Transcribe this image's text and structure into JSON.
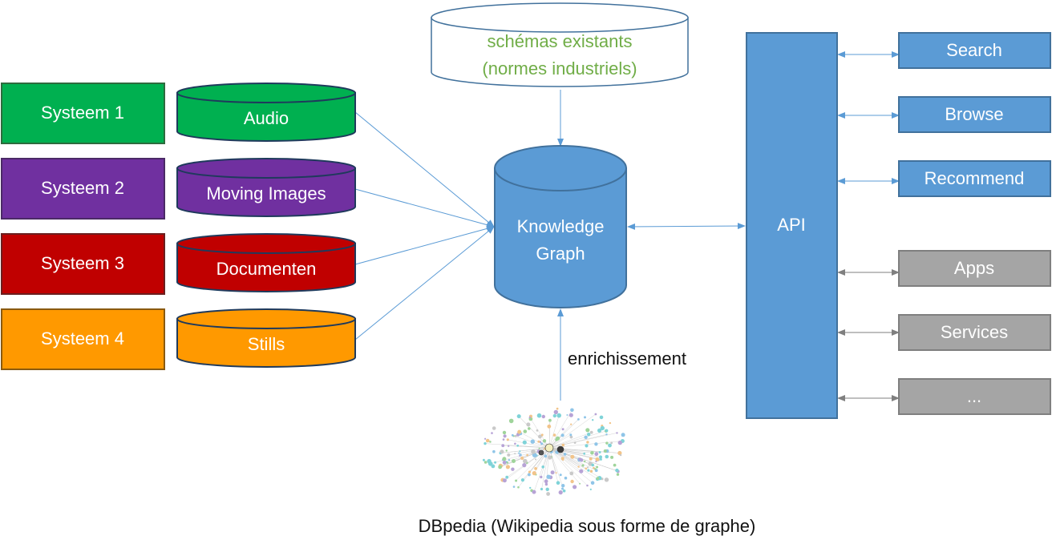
{
  "systems": [
    {
      "label": "Systeem 1",
      "color": "#00b050",
      "border": "#2e6b3e"
    },
    {
      "label": "Systeem 2",
      "color": "#7030a0",
      "border": "#4b2a66"
    },
    {
      "label": "Systeem 3",
      "color": "#c00000",
      "border": "#6b1f1f"
    },
    {
      "label": "Systeem 4",
      "color": "#ff9900",
      "border": "#8a5a10"
    }
  ],
  "stores": [
    {
      "label": "Audio",
      "color": "#00b050"
    },
    {
      "label": "Moving Images",
      "color": "#7030a0"
    },
    {
      "label": "Documenten",
      "color": "#c00000"
    },
    {
      "label": "Stills",
      "color": "#ff9900"
    }
  ],
  "schema": {
    "line1": "schémas existants",
    "line2": "(normes industriels)",
    "text_color": "#70ad47",
    "border": "#41719c"
  },
  "knowledge_graph": {
    "line1": "Knowledge",
    "line2": "Graph",
    "color": "#5b9bd5",
    "border": "#41719c"
  },
  "enrichment_label": "enrichissement",
  "dbpedia_caption": "DBpedia (Wikipedia sous forme de graphe)",
  "dbpedia_image_icon": "network-graph-image",
  "api": {
    "label": "API",
    "color": "#5b9bd5"
  },
  "consumers": [
    {
      "label": "Search",
      "color": "#5b9bd5"
    },
    {
      "label": "Browse",
      "color": "#5b9bd5"
    },
    {
      "label": "Recommend",
      "color": "#5b9bd5"
    },
    {
      "label": "Apps",
      "color": "#a5a5a5"
    },
    {
      "label": "Services",
      "color": "#a5a5a5"
    },
    {
      "label": "...",
      "color": "#a5a5a5"
    }
  ],
  "connector_colors": {
    "blue": "#5b9bd5",
    "gray": "#7f7f7f"
  }
}
